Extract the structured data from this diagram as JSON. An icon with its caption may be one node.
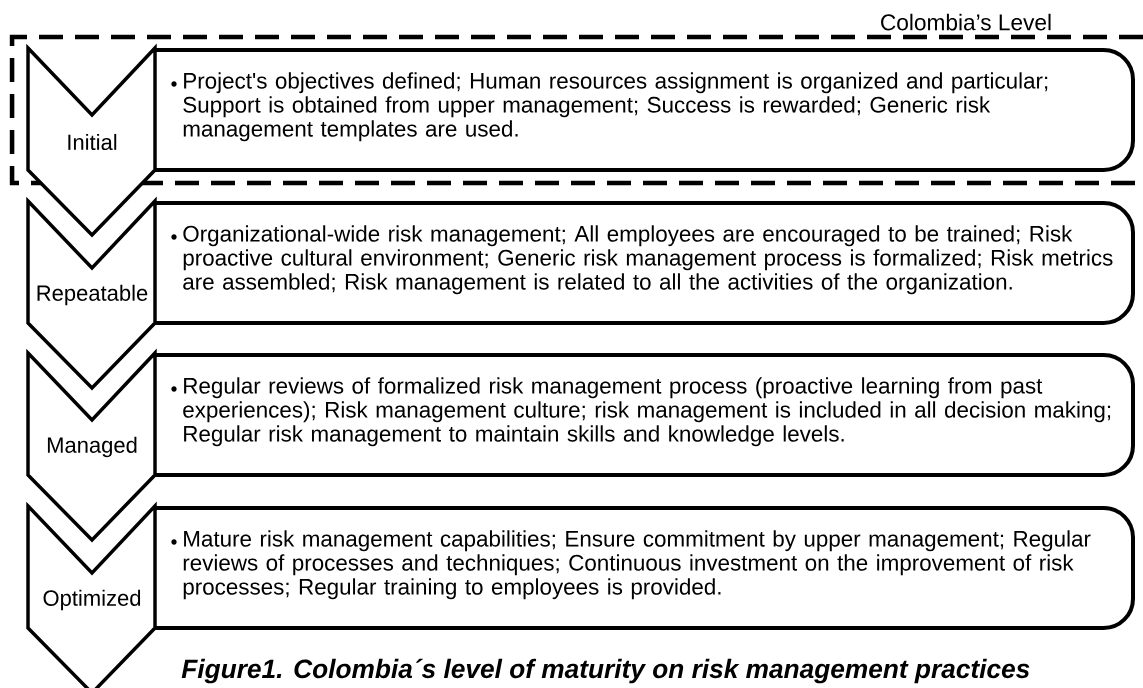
{
  "diagram": {
    "caption": "Figure1. Colombia´s level of maturity on risk management practices",
    "nodes": [
      {
        "text": [
          "Colombia’s Level"
        ]
      },
      {
        "text": [
          "Initial"
        ]
      },
      {
        "text": [
          "Project's objectives defined; Human resources assignment is organized and particular; Support is obtained from upper management; Success is rewarded; Generic risk management templates are used."
        ],
        "in": 0
      },
      {
        "text": [
          "Repeatable"
        ]
      },
      {
        "text": [
          "Organizational-wide risk management; All employees are encouraged to be trained; Risk proactive cultural environment; Generic risk management process is formalized; Risk metrics are assembled; Risk management is related to all the activities of the organization."
        ]
      },
      {
        "text": [
          "Managed"
        ]
      },
      {
        "text": [
          "Regular reviews of formalized risk management process (proactive learning from past experiences); Risk management culture; risk management is included in all decision making; Regular risk management to maintain skills and knowledge levels."
        ]
      },
      {
        "text": [
          "Optimized"
        ]
      },
      {
        "text": [
          "Mature risk management capabilities; Ensure commitment by upper management; Regular reviews of processes and techniques; Continuous investment on the improvement of risk processes; Regular training to employees is provided."
        ]
      }
    ]
  }
}
